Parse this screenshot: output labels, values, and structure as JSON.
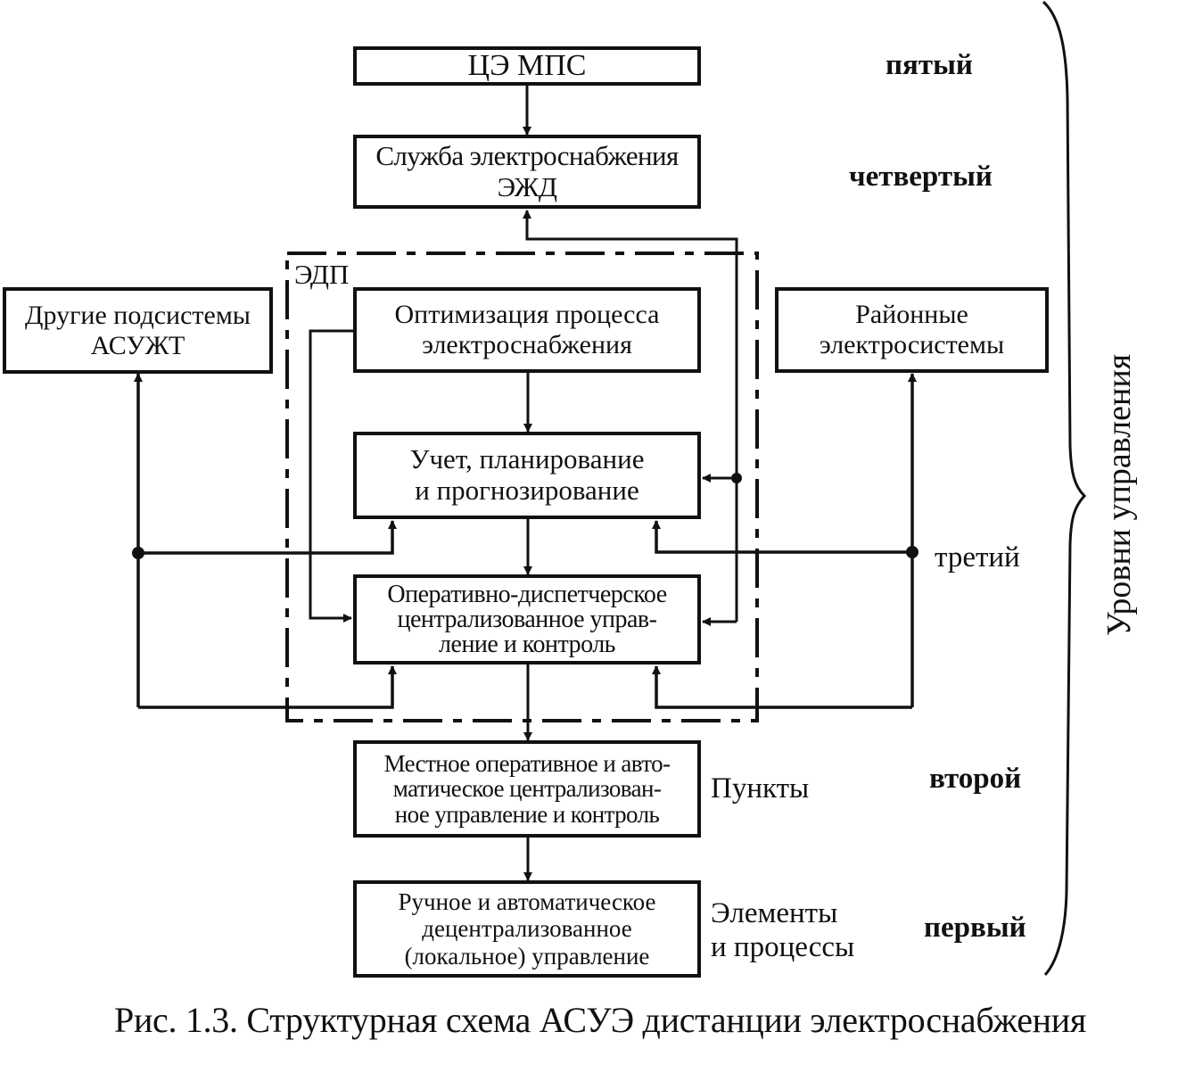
{
  "figure": {
    "caption": "Рис. 1.3. Структурная схема АСУЭ дистанции электроснабжения",
    "boundary_label": "ЭДП",
    "levels_axis_label": "Уровни управления"
  },
  "boxes": {
    "cem_mps": [
      "ЦЭ МПС"
    ],
    "service": [
      "Служба электроснабжения",
      "ЭЖД"
    ],
    "other_subsystems": [
      "Другие подсистемы",
      "АСУЖТ"
    ],
    "optimization": [
      "Оптимизация процесса",
      "электроснабжения"
    ],
    "regional": [
      "Районные",
      "электросистемы"
    ],
    "accounting": [
      "Учет, планирование",
      "и прогнозирование"
    ],
    "dispatch": [
      "Оперативно-диспетчерское",
      "централизованное управ-",
      "ление и контроль"
    ],
    "local": [
      "Местное оперативное и авто-",
      "матическое централизован-",
      "ное управление и контроль"
    ],
    "manual": [
      "Ручное и автоматическое",
      "децентрализованное",
      "(локальное)  управление"
    ]
  },
  "side_labels": {
    "points": "Пункты",
    "elements": [
      "Элементы",
      "и процессы"
    ]
  },
  "levels": {
    "fifth": "пятый",
    "fourth": "четвертый",
    "third": "третий",
    "second": "второй",
    "first": "первый"
  },
  "connections": [
    {
      "from": "cem_mps",
      "to": "service",
      "type": "bidirectional"
    },
    {
      "from": "optimization",
      "to": "accounting",
      "type": "bidirectional"
    },
    {
      "from": "accounting",
      "to": "dispatch",
      "type": "bidirectional"
    },
    {
      "from": "dispatch",
      "to": "local",
      "type": "bidirectional"
    },
    {
      "from": "local",
      "to": "manual",
      "type": "bidirectional"
    },
    {
      "from": "optimization",
      "to": "dispatch",
      "type": "directed"
    },
    {
      "from": "dispatch_bus",
      "to": "service",
      "type": "directed"
    },
    {
      "from": "dispatch_bus",
      "to": "accounting",
      "type": "directed"
    },
    {
      "from": "dispatch_bus",
      "to": "dispatch",
      "type": "directed"
    },
    {
      "from": "left_bus",
      "to": "other_subsystems",
      "type": "directed"
    },
    {
      "from": "left_bus",
      "to": "accounting",
      "type": "directed"
    },
    {
      "from": "left_bus",
      "to": "dispatch",
      "type": "directed"
    },
    {
      "from": "right_bus",
      "to": "regional",
      "type": "directed"
    },
    {
      "from": "right_bus",
      "to": "accounting",
      "type": "directed"
    },
    {
      "from": "right_bus",
      "to": "dispatch",
      "type": "directed"
    }
  ]
}
